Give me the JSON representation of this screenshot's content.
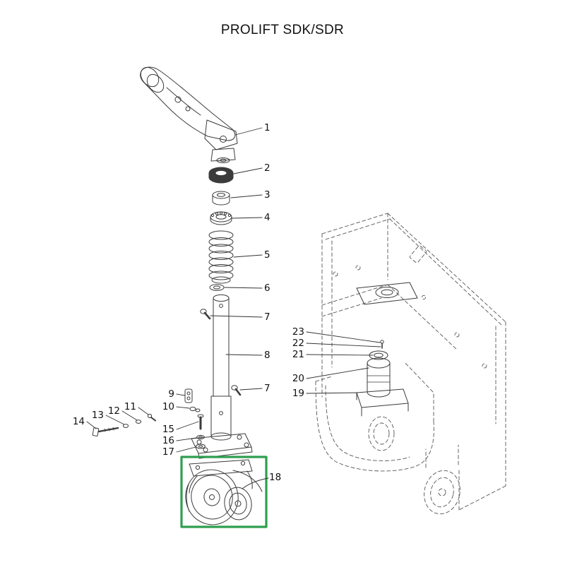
{
  "title": "PROLIFT SDK/SDR",
  "callouts": {
    "c1": "1",
    "c2": "2",
    "c3": "3",
    "c4": "4",
    "c5": "5",
    "c6": "6",
    "c7a": "7",
    "c7b": "7",
    "c8": "8",
    "c9": "9",
    "c10": "10",
    "c11": "11",
    "c12": "12",
    "c13": "13",
    "c14": "14",
    "c15": "15",
    "c16": "16",
    "c17": "17",
    "c18": "18",
    "c19": "19",
    "c20": "20",
    "c21": "21",
    "c22": "22",
    "c23": "23"
  },
  "colors": {
    "highlight_box": "#2f9e4f",
    "line": "#3b3b3b",
    "dashed_line": "#555555"
  }
}
